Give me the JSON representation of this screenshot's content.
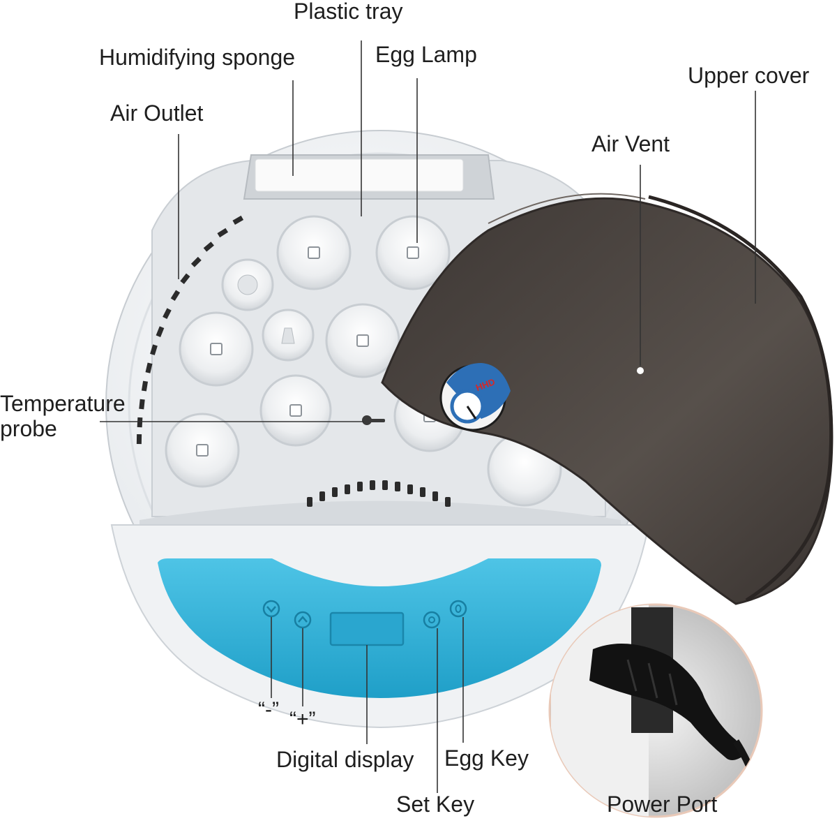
{
  "labels": {
    "plastic_tray": "Plastic tray",
    "humidifying_sponge": "Humidifying sponge",
    "egg_lamp": "Egg Lamp",
    "upper_cover": "Upper cover",
    "air_outlet": "Air Outlet",
    "air_vent": "Air Vent",
    "temperature_probe_line1": "Temperature",
    "temperature_probe_line2": "probe",
    "minus_key": "“-”",
    "plus_key": "“+”",
    "digital_display": "Digital display",
    "egg_key": "Egg Key",
    "set_key": "Set Key",
    "power_port": "Power Port"
  },
  "logo_text": "HHD",
  "colors": {
    "body_white": "#f2f4f6",
    "panel_blue": "#35b3d8",
    "cover_brown": "#4b4542",
    "leader_line": "#333333"
  },
  "icons": [
    "minus-button-icon",
    "plus-button-icon",
    "set-button-icon",
    "egg-button-icon",
    "egg-lamp-led-icon",
    "power-plug-icon",
    "logo-icon"
  ]
}
